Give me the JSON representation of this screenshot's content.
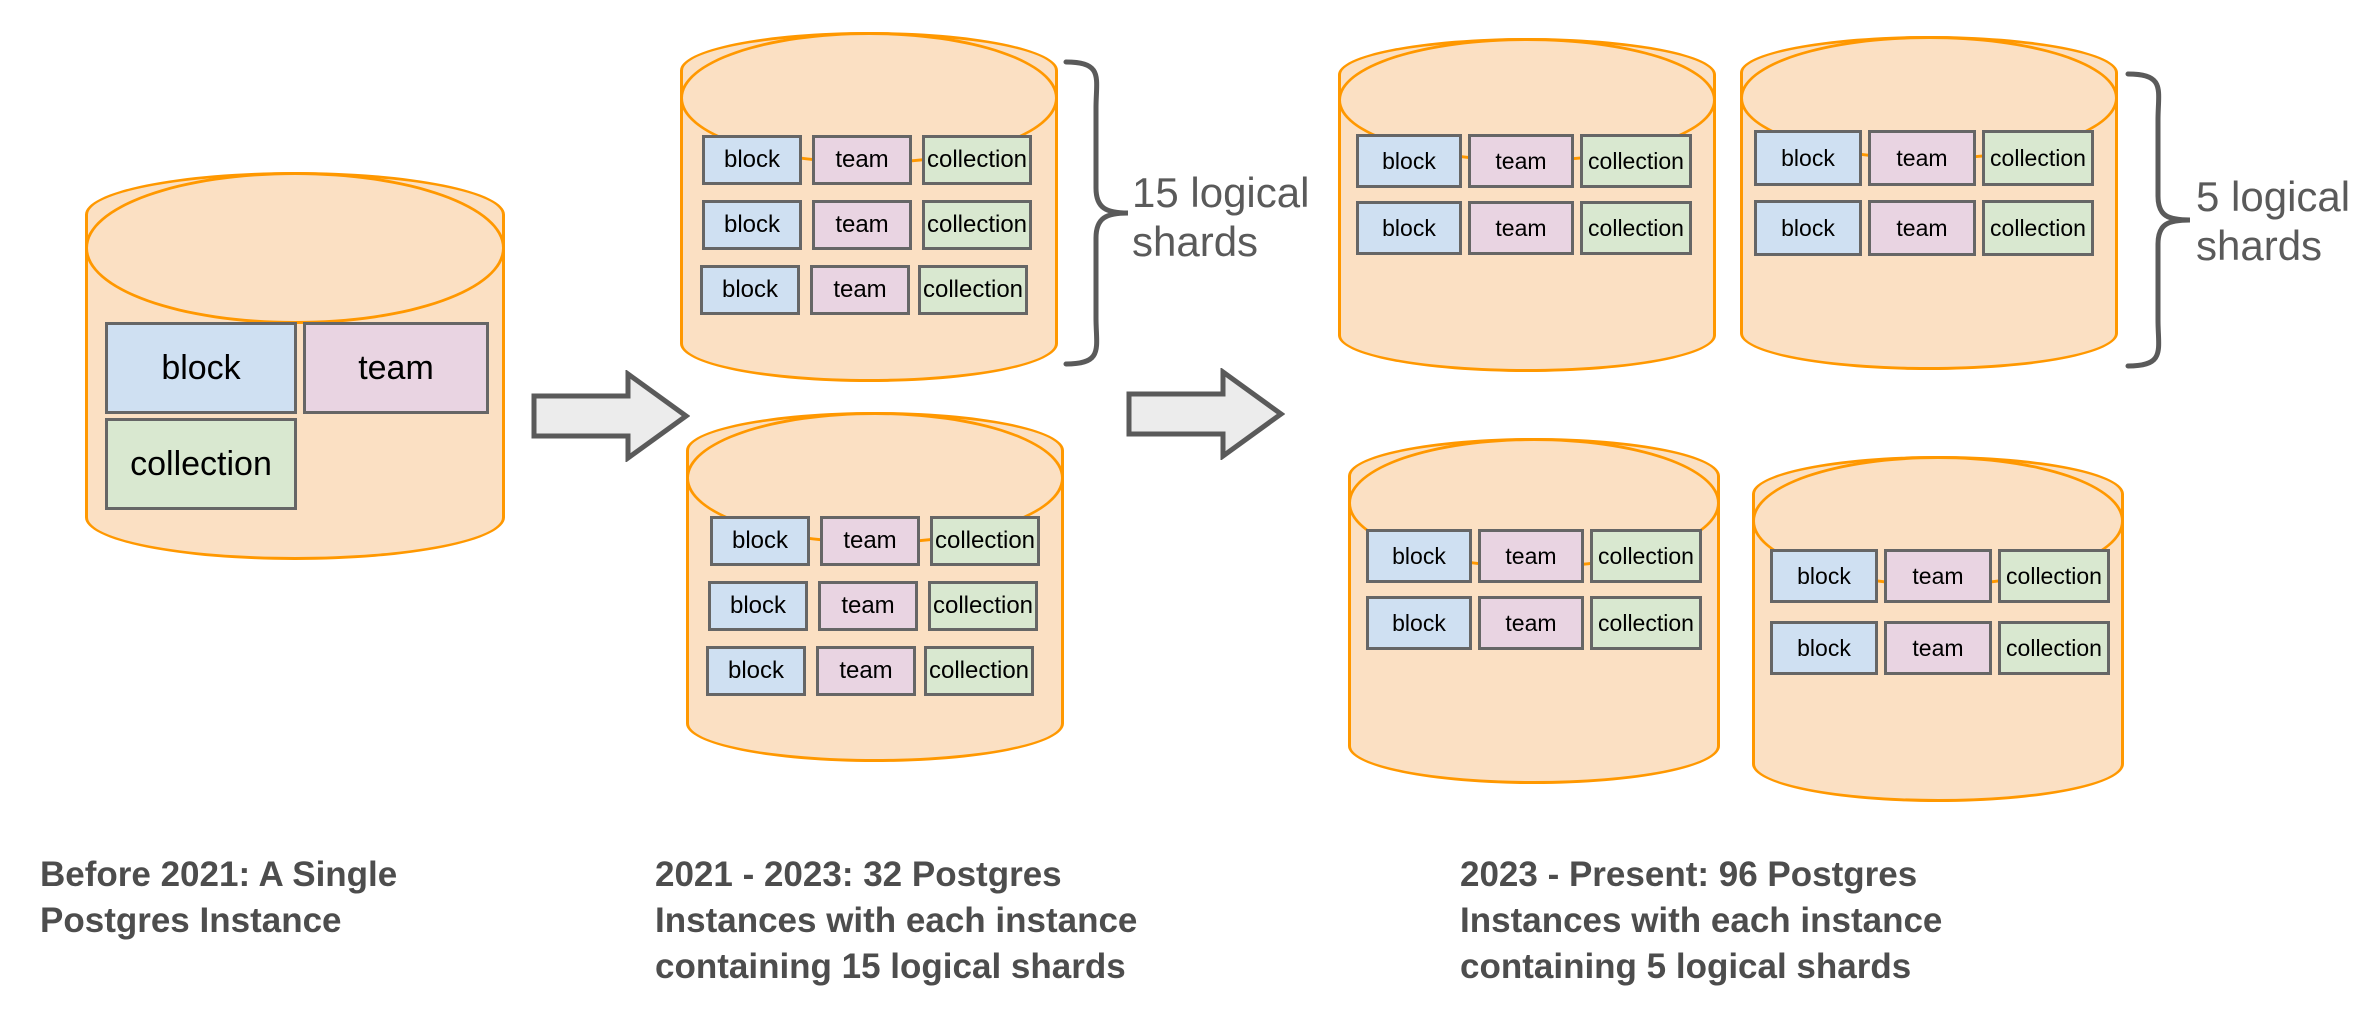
{
  "diagram": {
    "title_semantic": "postgres-sharding-evolution",
    "palette": {
      "background": "#ffffff",
      "cylinder_fill": "#fbe0c3",
      "cylinder_stroke": "#ff9800",
      "block_fill": "#cfe0f2",
      "team_fill": "#e9d4e2",
      "collection_fill": "#d9e8d0",
      "box_stroke": "#666666",
      "arrow_fill": "#ececec",
      "arrow_stroke": "#5a5a5a",
      "text_color": "#4d4d4d",
      "label_color": "#5a5a5a"
    },
    "table_labels": {
      "block": "block",
      "team": "team",
      "collection": "collection"
    },
    "stages": [
      {
        "id": "stage-1",
        "caption": "Before 2021: A Single\nPostgres Instance",
        "instance_count_text": "A Single",
        "cylinders": [
          {
            "id": "cyl-1-1",
            "shard_rows": [
              [
                "block",
                "team"
              ],
              [
                "collection"
              ]
            ]
          }
        ]
      },
      {
        "id": "stage-2",
        "caption": "2021 - 2023: 32 Postgres\nInstances with each instance\ncontaining 15 logical shards",
        "bracket_label": "15 logical\nshards",
        "shards_per_instance": 15,
        "instances": 32,
        "cylinders": [
          {
            "id": "cyl-2-1",
            "shard_rows": [
              [
                "block",
                "team",
                "collection"
              ],
              [
                "block",
                "team",
                "collection"
              ],
              [
                "block",
                "team",
                "collection"
              ]
            ]
          },
          {
            "id": "cyl-2-2",
            "shard_rows": [
              [
                "block",
                "team",
                "collection"
              ],
              [
                "block",
                "team",
                "collection"
              ],
              [
                "block",
                "team",
                "collection"
              ]
            ]
          }
        ]
      },
      {
        "id": "stage-3",
        "caption": "2023 - Present: 96 Postgres\nInstances with each instance\ncontaining 5 logical shards",
        "bracket_label": "5 logical\nshards",
        "shards_per_instance": 5,
        "instances": 96,
        "cylinders": [
          {
            "id": "cyl-3-1",
            "shard_rows": [
              [
                "block",
                "team",
                "collection"
              ],
              [
                "block",
                "team",
                "collection"
              ]
            ]
          },
          {
            "id": "cyl-3-2",
            "shard_rows": [
              [
                "block",
                "team",
                "collection"
              ],
              [
                "block",
                "team",
                "collection"
              ]
            ]
          },
          {
            "id": "cyl-3-3",
            "shard_rows": [
              [
                "block",
                "team",
                "collection"
              ],
              [
                "block",
                "team",
                "collection"
              ]
            ]
          },
          {
            "id": "cyl-3-4",
            "shard_rows": [
              [
                "block",
                "team",
                "collection"
              ],
              [
                "block",
                "team",
                "collection"
              ]
            ]
          }
        ]
      }
    ],
    "arrows": [
      {
        "id": "arrow-1",
        "direction": "right"
      },
      {
        "id": "arrow-2",
        "direction": "right"
      }
    ],
    "captions": {
      "stage1": "Before 2021: A Single\nPostgres Instance",
      "stage2": "2021 - 2023: 32 Postgres\nInstances with each instance\ncontaining 15 logical shards",
      "stage3": "2023 - Present: 96 Postgres\nInstances with each instance\ncontaining 5 logical shards"
    },
    "brace_labels": {
      "stage2": "15 logical\nshards",
      "stage3": "5 logical\nshards"
    }
  }
}
